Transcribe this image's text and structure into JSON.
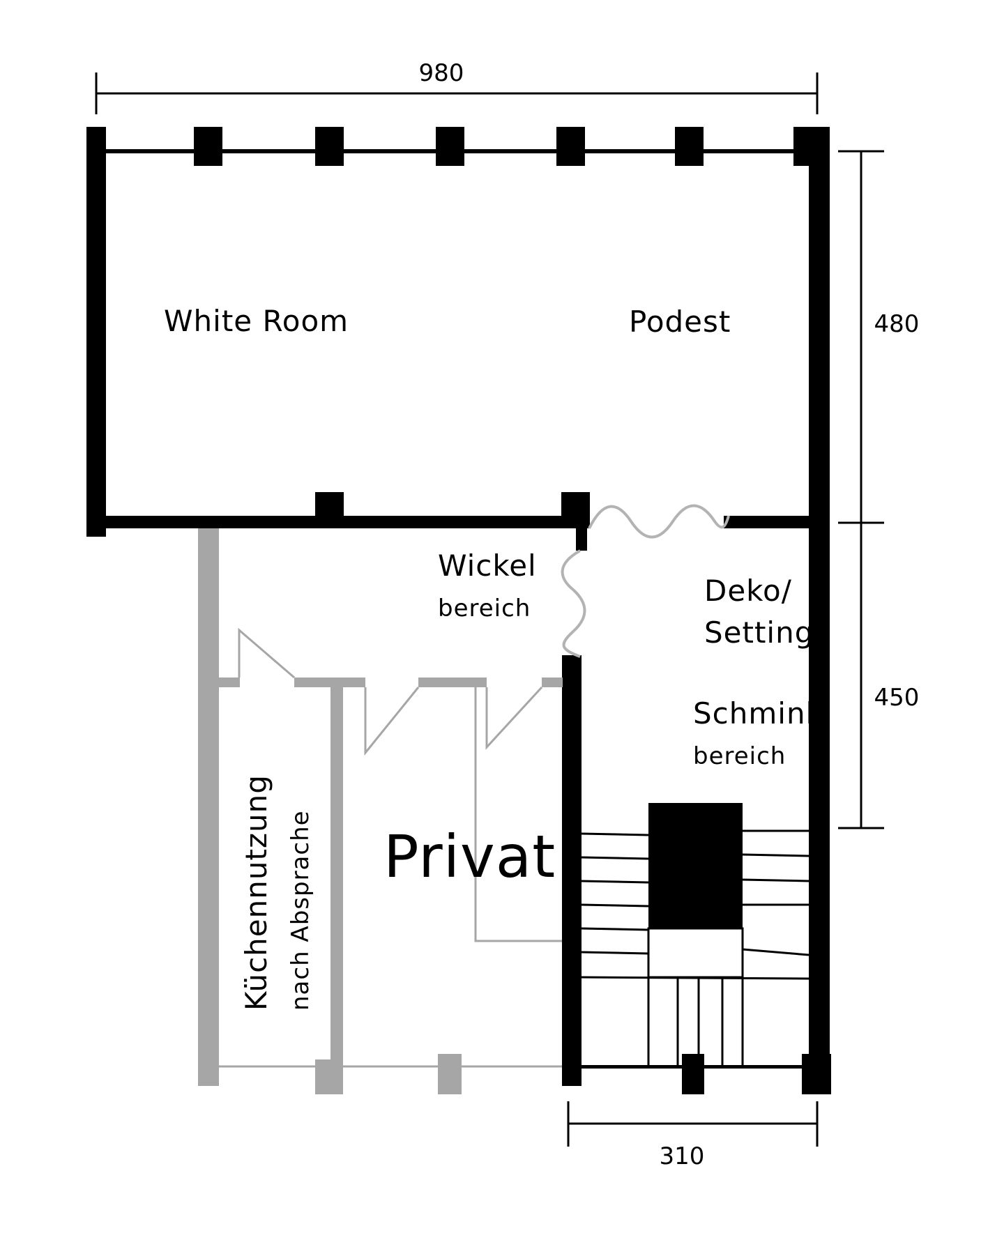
{
  "colors": {
    "wall": "#000000",
    "partition": "#a6a6a6",
    "background": "#ffffff"
  },
  "dimensions": {
    "top_width": "980",
    "upper_height": "480",
    "lower_height": "450",
    "bottom_width": "310"
  },
  "rooms": {
    "white_room": "White Room",
    "podest": "Podest",
    "wickel_line1": "Wickel",
    "wickel_line2": "bereich",
    "deko_line1": "Deko/",
    "deko_line2": "Setting",
    "schmink_line1": "Schmink",
    "schmink_line2": "bereich",
    "privat": "Privat",
    "kueche_line1": "Küchennutzung",
    "kueche_line2": "nach Absprache"
  }
}
